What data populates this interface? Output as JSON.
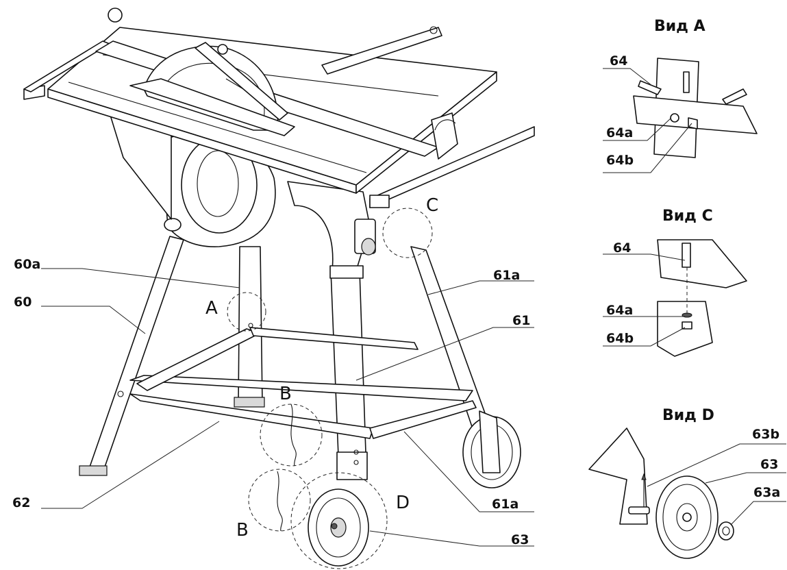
{
  "views": {
    "a": "Вид A",
    "c": "Вид C",
    "d": "Вид D"
  },
  "detail_letters": {
    "a": "A",
    "b_top": "B",
    "b_bottom": "B",
    "c": "C",
    "d": "D"
  },
  "labels": {
    "p60a": "60a",
    "p60": "60",
    "p61a_top": "61a",
    "p61": "61",
    "p62": "62",
    "p61a_bottom": "61a",
    "p63": "63",
    "vA_64": "64",
    "vA_64a": "64a",
    "vA_64b": "64b",
    "vC_64": "64",
    "vC_64a": "64a",
    "vC_64b": "64b",
    "vD_63b": "63b",
    "vD_63": "63",
    "vD_63a": "63a"
  }
}
